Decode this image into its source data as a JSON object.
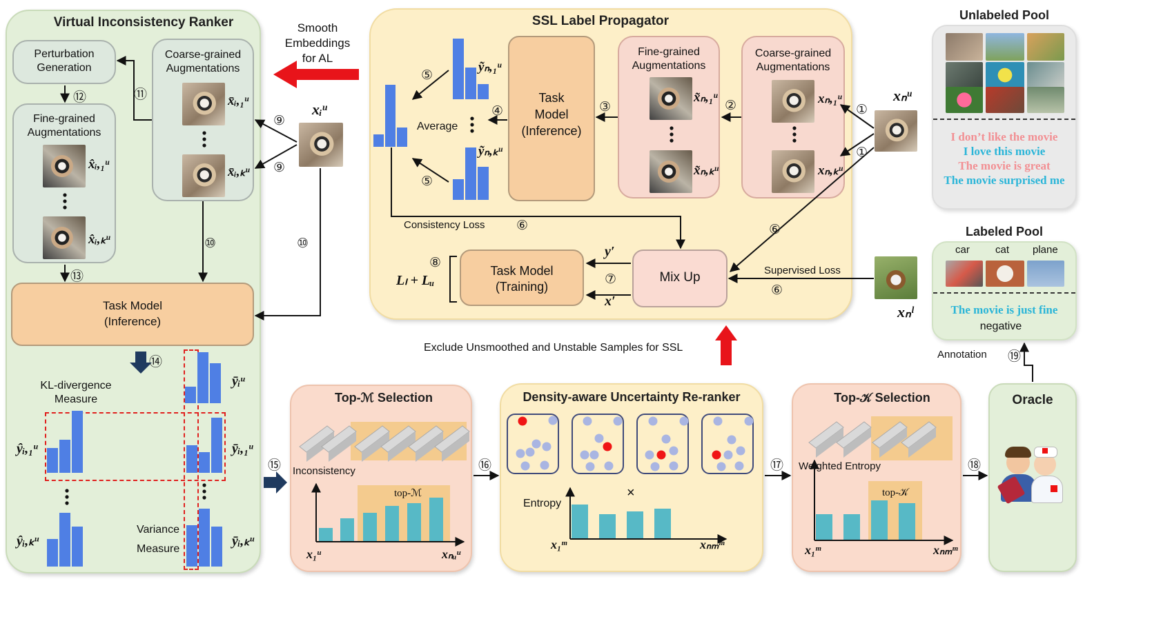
{
  "colors": {
    "bar_blue": "#4f7fe4",
    "bar_teal": "#57b9c6",
    "arrow_red": "#e8141a",
    "arrow_dark": "#1f3a5f",
    "highlight": "#f4cb8e"
  },
  "vir": {
    "title": "Virtual Inconsistency Ranker",
    "perturbation": "Perturbation\nGeneration",
    "coarse": "Coarse-grained\nAugmentations",
    "fine": "Fine-grained\nAugmentations",
    "task_model": "Task Model\n(Inference)",
    "kl": "KL-divergence\nMeasure",
    "variance": "Variance",
    "measure": "Measure"
  },
  "smooth": "Smooth\nEmbeddings\nfor AL",
  "ssl": {
    "title": "SSL Label Propagator",
    "fine": "Fine-grained\nAugmentations",
    "coarse": "Coarse-grained\nAugmentations",
    "task_inf": "Task\nModel\n(Inference)",
    "average": "Average",
    "consistency_loss": "Consistency Loss",
    "task_train": "Task Model\n(Training)",
    "mixup": "Mix Up",
    "supervised_loss": "Supervised Loss"
  },
  "exclude": "Exclude Unsmoothed and Unstable Samples for SSL",
  "unlabeled": {
    "title": "Unlabeled Pool",
    "texts": [
      "I don’t like the movie",
      "I love this movie",
      "The movie is great",
      "The movie surprised me"
    ]
  },
  "labeled": {
    "title": "Labeled Pool",
    "classes": [
      "car",
      "cat",
      "plane"
    ],
    "text": "The movie is just fine",
    "label": "negative"
  },
  "annotation": "Annotation",
  "oracle": "Oracle",
  "topm": {
    "title": "Top-ℳ Selection",
    "inconsistency": "Inconsistency",
    "top": "top-ℳ"
  },
  "dur": {
    "title": "Density-aware Uncertainty Re-ranker",
    "entropy": "Entropy",
    "times": "×"
  },
  "topk": {
    "title": "Top-𝒦 Selection",
    "weighted": "Weighted Entropy",
    "top": "top-𝒦"
  },
  "steps": {
    "s1": "①",
    "s2": "②",
    "s3": "③",
    "s4": "④",
    "s5": "⑤",
    "s6": "⑥",
    "s7": "⑦",
    "s8": "⑧",
    "s9": "⑨",
    "s10": "⑩",
    "s11": "⑪",
    "s12": "⑫",
    "s13": "⑬",
    "s14": "⑭",
    "s15": "⑮",
    "s16": "⑯",
    "s17": "⑰",
    "s18": "⑱",
    "s19": "⑲"
  },
  "math": {
    "xiu": "xᵢᵘ",
    "xi1": "x̄ᵢ,₁ᵘ",
    "xiK": "x̄ᵢ,ₖᵘ",
    "xh1": "x̂ᵢ,₁ᵘ",
    "xhK": "x̂ᵢ,ₖᵘ",
    "xnu": "xₙᵘ",
    "xn1": "xₙ,₁ᵘ",
    "xnK": "xₙ,ₖᵘ",
    "xt1": "x̃ₙ,₁ᵘ",
    "xtK": "x̃ₙ,ₖᵘ",
    "yt1": "ỹₙ,₁ᵘ",
    "ytK": "ỹₙ,ₖᵘ",
    "xnl": "xₙˡ",
    "yprime": "y′",
    "xprime": "x′",
    "loss": "Lₗ + Lᵤ",
    "yb": "ȳᵢᵘ",
    "yh1": "ŷᵢ,₁ᵘ",
    "yb1": "ȳᵢ,₁ᵘ",
    "yhK": "ŷᵢ,ₖᵘ",
    "ybK": "ȳᵢ,ₖᵘ",
    "x1u": "x₁ᵘ",
    "xNu": "xₙᵤᵘ",
    "x1m": "x₁ᵐ",
    "xNm": "xₙₘᵐ"
  }
}
